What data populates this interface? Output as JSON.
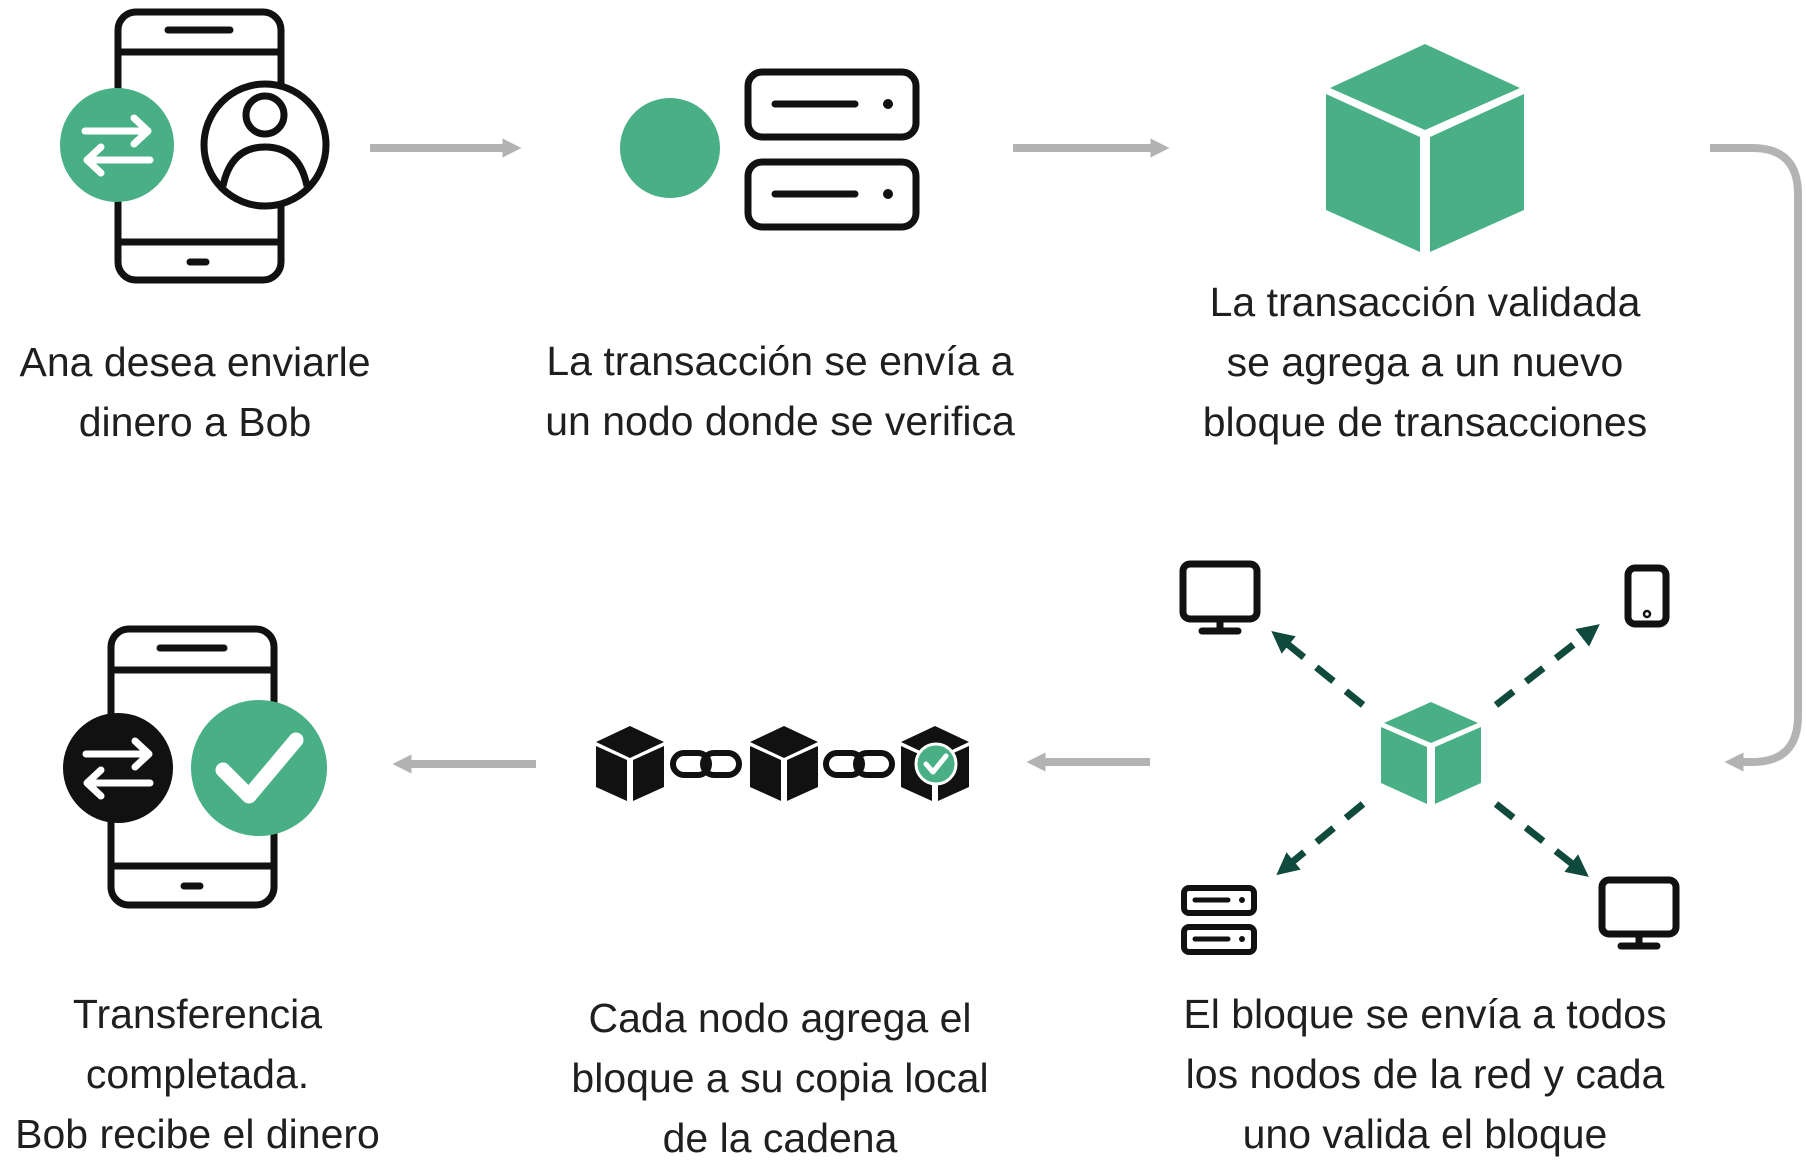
{
  "colors": {
    "accent": "#48B084",
    "ink": "#111111",
    "arrow_gray": "#B3B3B3",
    "dark_green": "#0F4A3C",
    "text": "#1f1f1f"
  },
  "steps": [
    {
      "id": "send",
      "icon": "phone-with-transfer-and-user-icon",
      "lines": [
        "Ana desea enviarle",
        "dinero a Bob"
      ]
    },
    {
      "id": "verify",
      "icon": "node-server-icon",
      "lines": [
        "La transacción se envía a",
        "un nodo donde se verifica"
      ]
    },
    {
      "id": "block",
      "icon": "green-cube-block-icon",
      "lines": [
        "La transacción validada",
        "se agrega a un nuevo",
        "bloque de transacciones"
      ]
    },
    {
      "id": "broadcast",
      "icon": "block-broadcast-network-icon",
      "lines": [
        "El bloque se envía a todos",
        "los nodos de la red y cada",
        "uno valida el bloque"
      ]
    },
    {
      "id": "chain",
      "icon": "blockchain-chain-icon",
      "lines": [
        "Cada nodo agrega el",
        "bloque a su copia local",
        "de la cadena"
      ]
    },
    {
      "id": "done",
      "icon": "phone-with-check-icon",
      "lines": [
        "Transferencia",
        "completada.",
        "Bob recibe el dinero"
      ]
    }
  ]
}
